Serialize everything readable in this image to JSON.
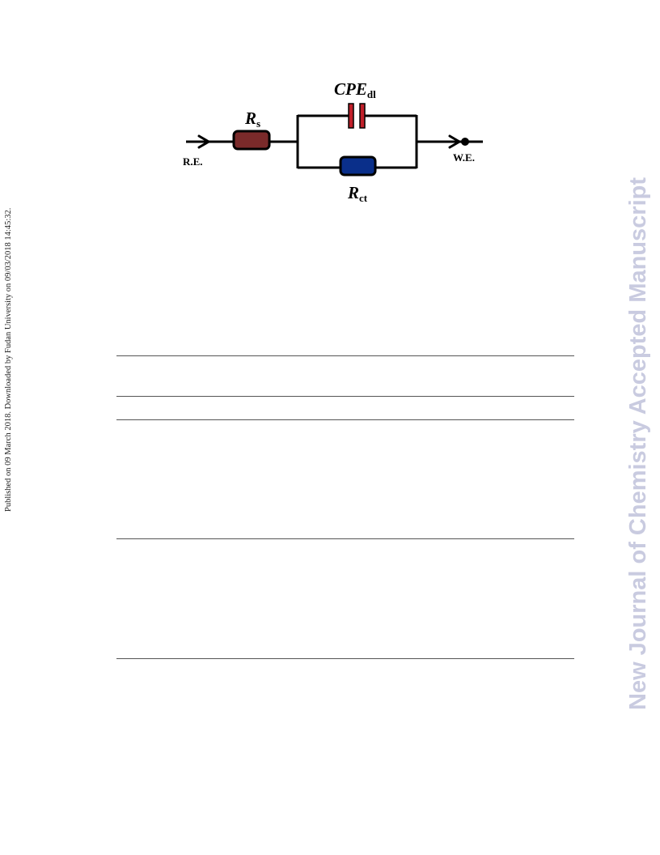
{
  "margin_note": "Published on 09 March 2018. Downloaded by Fudan University on 09/03/2018 14:45:32.",
  "watermark": "New Journal of Chemistry Accepted Manuscript",
  "circuit": {
    "terminal_left": "R.E.",
    "terminal_right": "W.E.",
    "rs": {
      "main": "R",
      "sub": "s",
      "color": "#7a2a2a"
    },
    "cpe": {
      "main": "CPE",
      "sub": "dl",
      "color": "#c0202a"
    },
    "rct": {
      "main": "R",
      "sub": "ct",
      "color": "#0a2f8a"
    }
  },
  "colors": {
    "wire": "#000000",
    "rule": "#555555",
    "watermark": "#c9cbe0"
  }
}
